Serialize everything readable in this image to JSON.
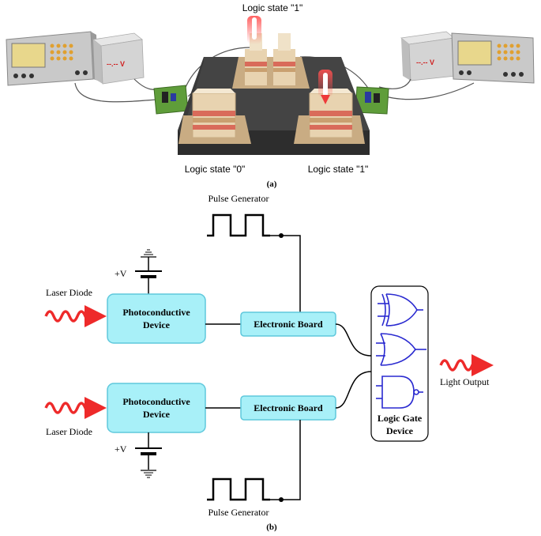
{
  "panel_a": {
    "caption": "(a)",
    "label_top": "Logic state \"1\"",
    "label_left": "Logic state \"0\"",
    "label_right": "Logic state \"1\"",
    "meter_left": "--.-- V",
    "meter_right": "--.-- V"
  },
  "panel_b": {
    "caption": "(b)",
    "pulse_top": "Pulse Generator",
    "pulse_bottom": "Pulse Generator",
    "vplus_top": "+V",
    "vplus_bottom": "+V",
    "laser_top": "Laser Diode",
    "laser_bottom": "Laser Diode",
    "photo_top_line1": "Photoconductive",
    "photo_top_line2": "Device",
    "photo_bottom_line1": "Photoconductive",
    "photo_bottom_line2": "Device",
    "board_top": "Electronic Board",
    "board_bottom": "Electronic Board",
    "logic_line1": "Logic Gate",
    "logic_line2": "Device",
    "light_output": "Light Output"
  },
  "colors": {
    "device_fill": "#a8f0f8",
    "device_stroke": "#5fc8dc",
    "laser_red": "#ee2a2a",
    "gate_blue": "#2a2ad0",
    "base_dark": "#3a3a3a"
  }
}
